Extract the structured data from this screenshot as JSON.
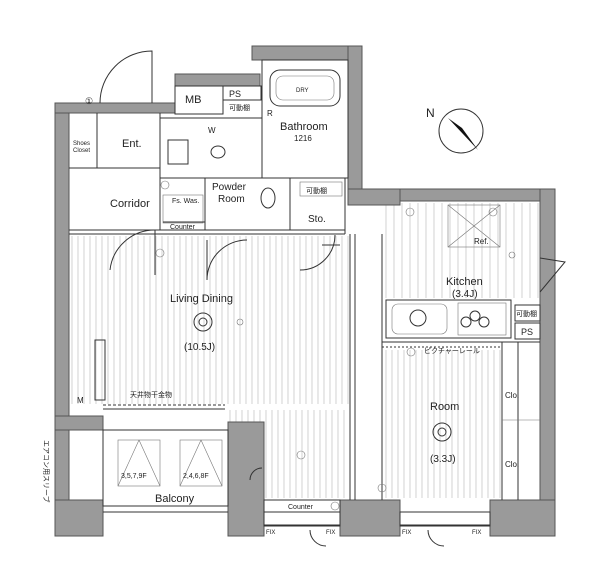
{
  "rooms": {
    "mb": "MB",
    "ps_top": "PS",
    "shelf_top": "可動棚",
    "bathroom": "Bathroom",
    "bathroom_size": "1216",
    "dry": "DRY",
    "w": "W",
    "shoes_closet_1": "Shoes",
    "shoes_closet_2": "Closet",
    "ent": "Ent.",
    "powder_room_1": "Powder",
    "powder_room_2": "Room",
    "fs_was": "Fs. Was.",
    "counter_wash": "Counter",
    "shelf_sto": "可動棚",
    "sto": "Sto.",
    "corridor": "Corridor",
    "living_dining": "Living Dining",
    "living_size": "(10.5J)",
    "kitchen": "Kitchen",
    "kitchen_size": "(3.4J)",
    "ref": "Ref.",
    "shelf_kitchen": "可動棚",
    "ps_kitchen": "PS",
    "picture_rail": "ピクチャーレール",
    "hanger": "天井物干金物",
    "room": "Room",
    "room_size": "(3.3J)",
    "clo_1": "Clo.",
    "clo_2": "Clo.",
    "balcony": "Balcony",
    "floor_a": "3,5,7,9F",
    "floor_b": "2,4,6,8F",
    "counter_bottom": "Counter",
    "fix_1": "FIX",
    "fix_2": "FIX",
    "fix_3": "FIX",
    "fix_4": "FIX",
    "side_note": "エアコン用スリーブ",
    "marker_1": "①",
    "marker_m": "M",
    "marker_r": "R"
  },
  "compass": {
    "label": "N"
  }
}
